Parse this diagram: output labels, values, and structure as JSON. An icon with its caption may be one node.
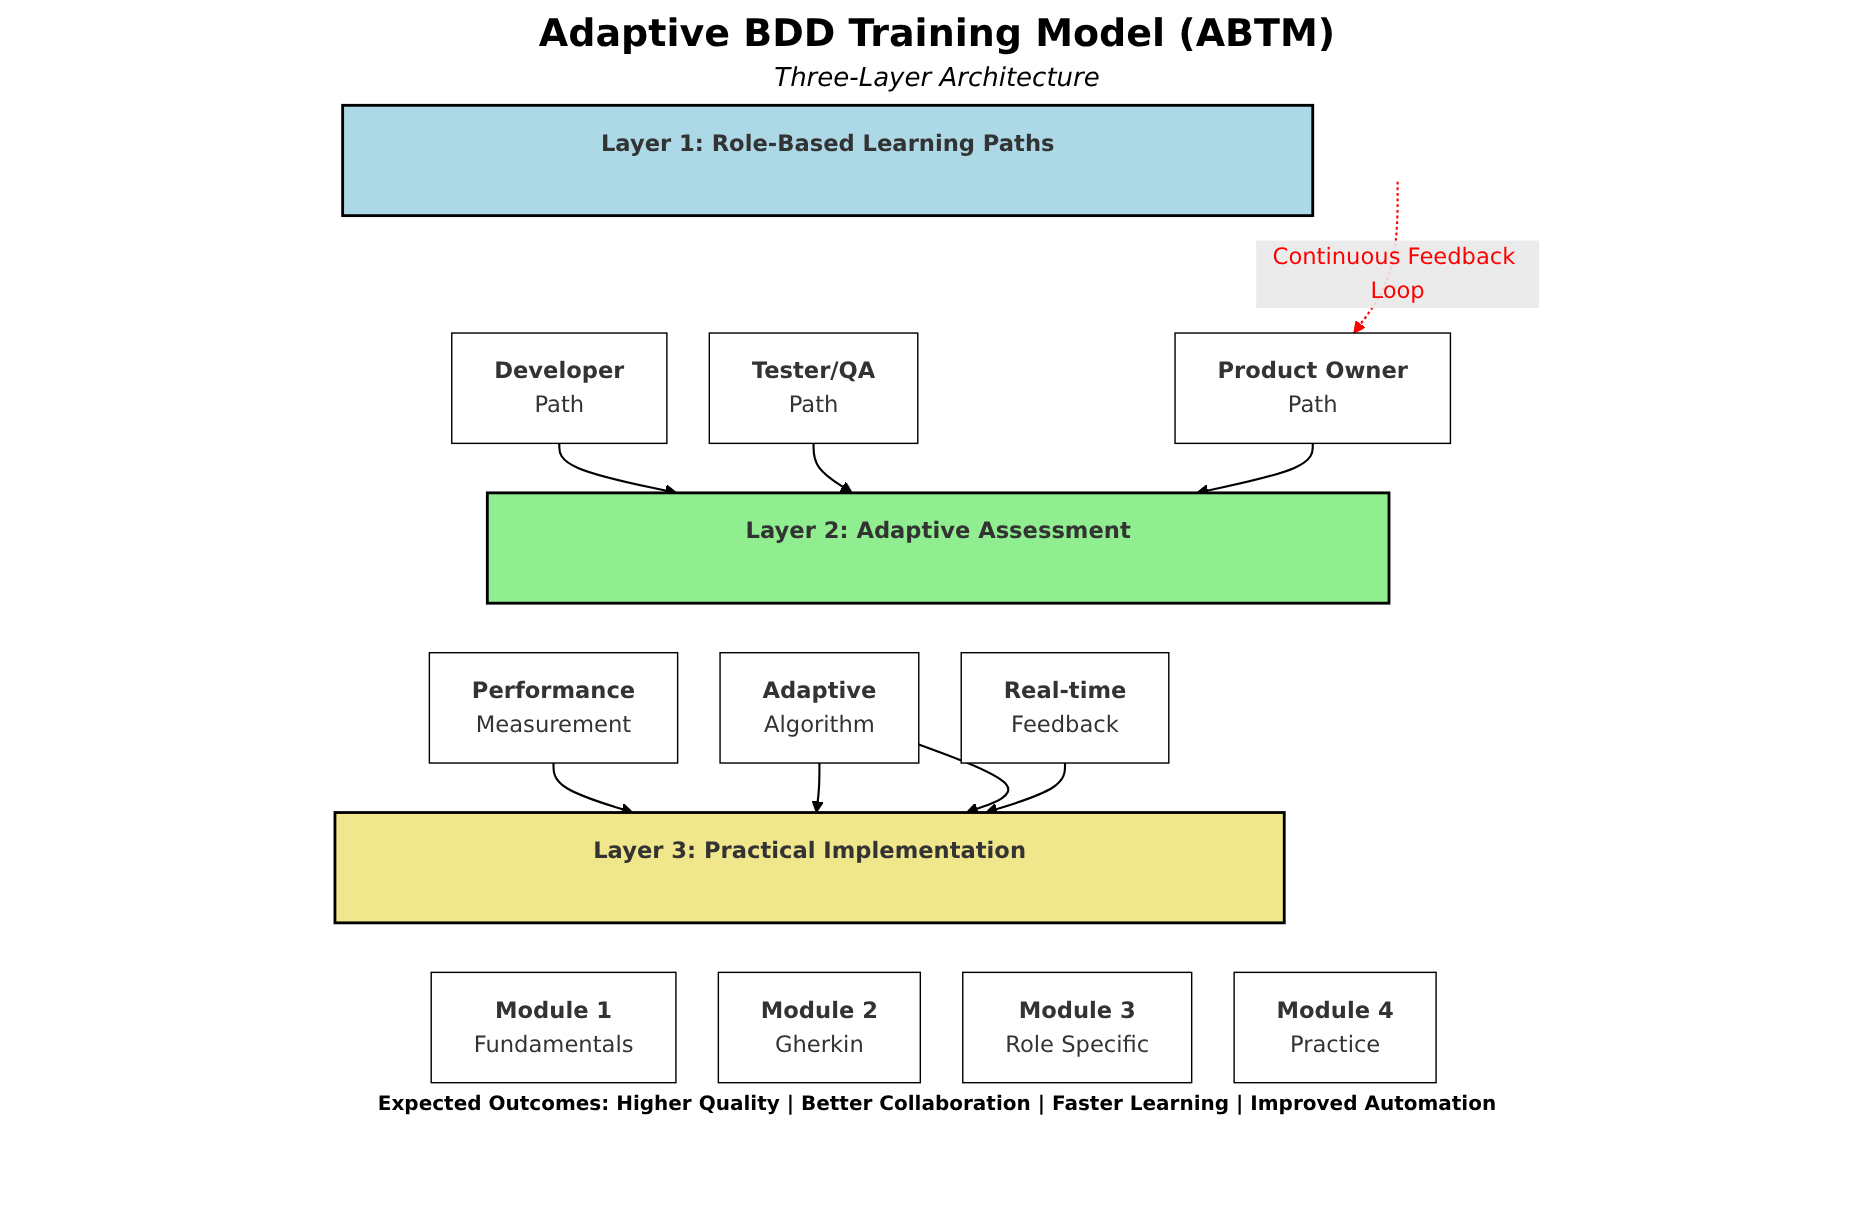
{
  "diagram": {
    "title": "Adaptive BDD Training Model (ABTM)",
    "nodes": [
      {
        "text": [
          "Layer 1: Role-Based Learning Paths"
        ]
      },
      {
        "text": [
          "Developer",
          "Path"
        ]
      },
      {
        "text": [
          "Tester/QA",
          "Path"
        ]
      },
      {
        "text": [
          "Product Owner",
          "Path"
        ]
      },
      {
        "text": [
          "Layer 2: Adaptive Assessment"
        ]
      },
      {
        "text": [
          "Performance",
          "Measurement"
        ]
      },
      {
        "text": [
          "Adaptive",
          "Algorithm"
        ]
      },
      {
        "text": [
          "Real-time",
          "Feedback"
        ]
      },
      {
        "text": [
          "Layer 3: Practical Implementation"
        ]
      },
      {
        "text": [
          "Module 1",
          "Fundamentals"
        ]
      },
      {
        "text": [
          "Module 2",
          "Gherkin"
        ]
      },
      {
        "text": [
          "Module 3",
          "Role Specific"
        ]
      },
      {
        "text": [
          "Module 4",
          "Practice"
        ]
      }
    ],
    "edges": [
      {
        "from": 1,
        "to": 4,
        "arrow": "to"
      },
      {
        "from": 2,
        "to": 4,
        "arrow": "to"
      },
      {
        "from": 3,
        "to": 4,
        "arrow": "to"
      },
      {
        "from": 5,
        "to": 8,
        "arrow": "to"
      },
      {
        "from": 6,
        "to": 8,
        "arrow": "to"
      },
      {
        "from": 6,
        "to": 8,
        "arrow": "to"
      },
      {
        "from": 7,
        "to": 8,
        "arrow": "to"
      },
      {
        "from": null,
        "to": 3,
        "arrow": "to",
        "label": "Continuous Feedback Loop",
        "style": "dashed",
        "color": "#ff0000"
      }
    ],
    "labels": [
      "Three-Layer Architecture",
      "Expected Outcomes: Higher Quality | Better Collaboration | Faster Learning | Improved Automation"
    ]
  }
}
